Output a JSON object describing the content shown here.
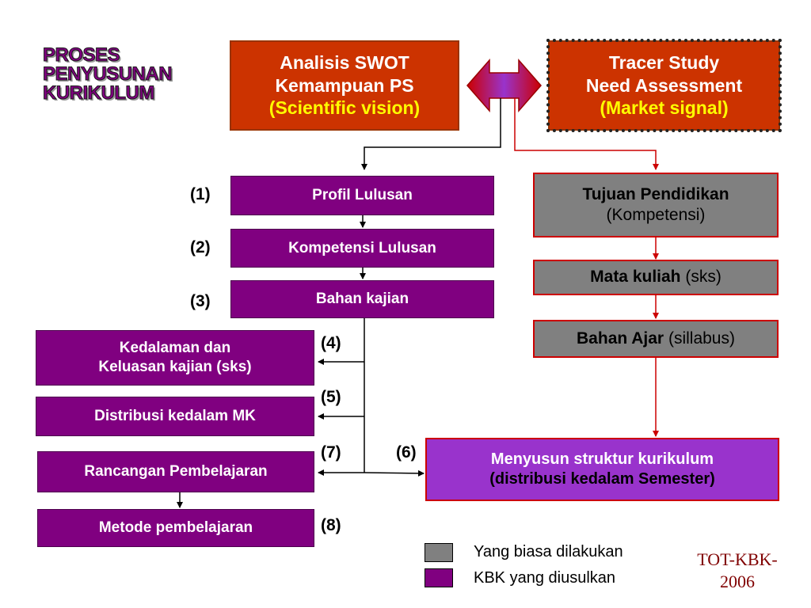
{
  "title": [
    "PROSES",
    "PENYUSUNAN",
    "KURIKULUM"
  ],
  "swot": {
    "line1": "Analisis SWOT",
    "line2": "Kemampuan PS",
    "line3": "(Scientific vision)"
  },
  "tracer": {
    "line1": "Tracer Study",
    "line2": "Need Assessment",
    "line3": "(Market signal)"
  },
  "left_steps": [
    {
      "num": "(1)",
      "label": "Profil Lulusan"
    },
    {
      "num": "(2)",
      "label": "Kompetensi Lulusan"
    },
    {
      "num": "(3)",
      "label": "Bahan kajian"
    }
  ],
  "lower_left": [
    {
      "num": "(4)",
      "line1": "Kedalaman dan",
      "line2": "Keluasan kajian (sks)"
    },
    {
      "num": "(5)",
      "label": "Distribusi kedalam MK"
    },
    {
      "num": "(7)",
      "label": "Rancangan Pembelajaran"
    },
    {
      "num": "(8)",
      "label": "Metode pembelajaran"
    }
  ],
  "right_steps": [
    {
      "bold": "Tujuan Pendidikan",
      "normal": "(Kompetensi)"
    },
    {
      "bold": "Mata kuliah",
      "normal": "(sks)"
    },
    {
      "bold": "Bahan Ajar",
      "normal": "(sillabus)"
    }
  ],
  "struktur": {
    "num": "(6)",
    "line1": "Menyusun struktur kurikulum",
    "line2": "(distribusi kedalam Semester)"
  },
  "legend": [
    {
      "label": "Yang biasa dilakukan",
      "color": "#808080"
    },
    {
      "label": "KBK yang diusulkan",
      "color": "#800080"
    }
  ],
  "tot": {
    "line1": "TOT-KBK-",
    "line2": "2006"
  },
  "colors": {
    "purple": "#800080",
    "orange": "#cc3300",
    "gray": "#808080",
    "red_line": "#cc0000",
    "highlight": "#ffff00",
    "maroon": "#800000"
  }
}
